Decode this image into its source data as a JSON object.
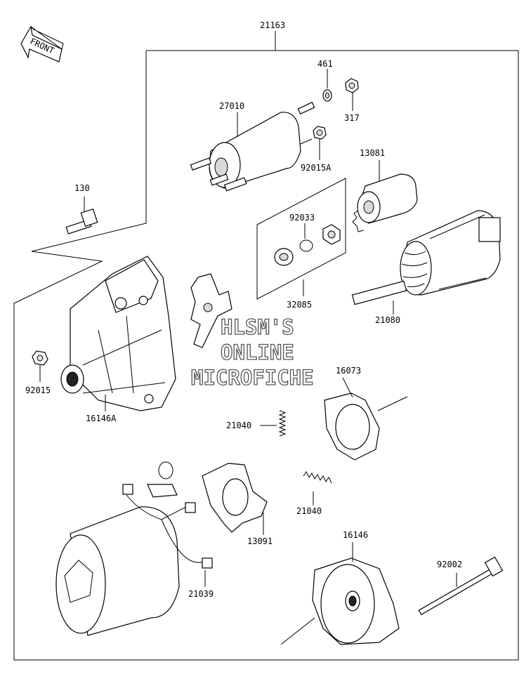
{
  "front_arrow": {
    "text": "FRONT"
  },
  "assembly": {
    "number": "21163"
  },
  "parts": {
    "p461": "461",
    "p317": "317",
    "p27010": "27010",
    "p92015A": "92015A",
    "p13081": "13081",
    "p130": "130",
    "p92033": "92033",
    "p32085": "32085",
    "p21080": "21080",
    "p92015": "92015",
    "p16146A": "16146A",
    "p16073": "16073",
    "p21040_a": "21040",
    "p21040_b": "21040",
    "p13091": "13091",
    "p16146": "16146",
    "p92002": "92002",
    "p21039": "21039"
  },
  "watermark": {
    "line1": "HLSM'S",
    "line2": "ONLINE",
    "line3": "MICROFICHE"
  },
  "icons": [
    "front-arrow-icon"
  ]
}
